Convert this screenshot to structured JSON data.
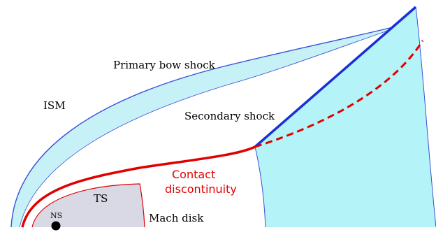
{
  "labels": {
    "primary_bow_shock": "Primary bow shock",
    "ism": "ISM",
    "secondary_shock": "Secondary shock",
    "contact_line1": "Contact",
    "contact_line2": "discontinuity",
    "ts": "TS",
    "mach_disk": "Mach disk",
    "ns": "NS"
  },
  "colors": {
    "bow_shock_stroke": "#3a4fd8",
    "bow_shock_fill": "#c6f2f7",
    "secondary_shock": "#1a2fd6",
    "contact_discontinuity": "#e00000",
    "shocked_region_fill": "#b4f4f8",
    "ts_region_fill": "#d9d9e6",
    "ts_stroke": "#e00000",
    "neutron_star": "#000000"
  }
}
